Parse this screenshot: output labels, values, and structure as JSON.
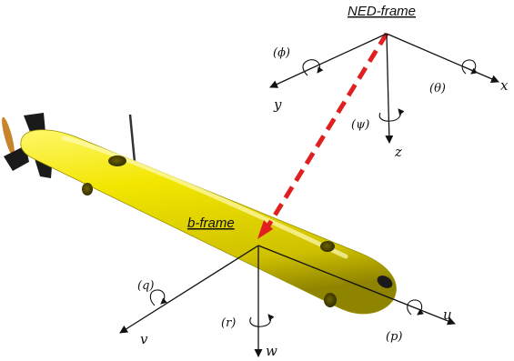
{
  "diagram": {
    "ned_frame": {
      "title": "NED-frame",
      "axes": {
        "x": "x",
        "y": "y",
        "z": "z"
      },
      "rotations": {
        "roll": "(ϕ)",
        "pitch": "(θ)",
        "yaw": "(ψ)"
      }
    },
    "body_frame": {
      "title": "b-frame",
      "axes": {
        "u": "u",
        "v": "v",
        "w": "w"
      },
      "rotations": {
        "p": "(p)",
        "q": "(q)",
        "r": "(r)"
      }
    },
    "colors": {
      "hull": "#f2e600",
      "hull_shadow": "#a89b00",
      "fins": "#1a1a1a",
      "link_line": "#e02020",
      "axes": "#111111"
    },
    "icons": [
      "auv-hull",
      "fin",
      "propeller",
      "antenna",
      "rotation-arrow",
      "axis-arrow",
      "origin-marker"
    ]
  }
}
